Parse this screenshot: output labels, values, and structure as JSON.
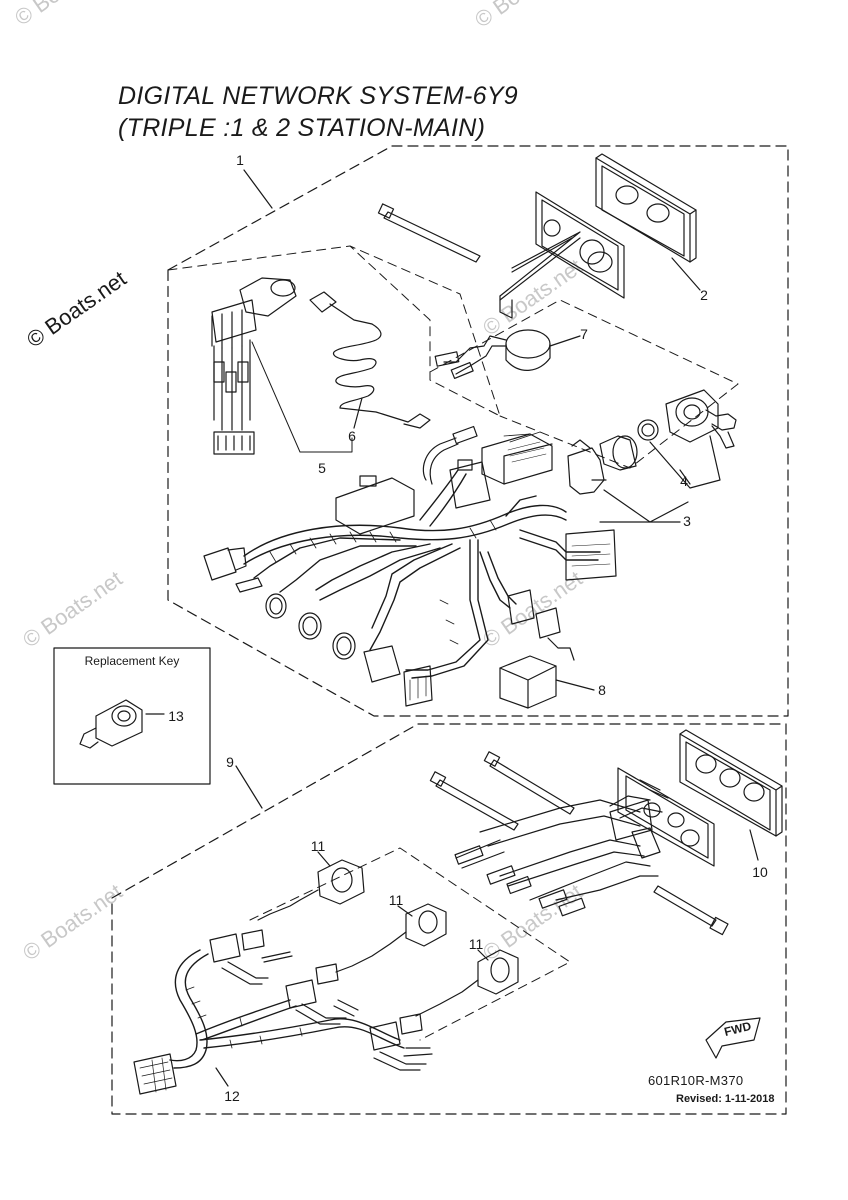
{
  "title": {
    "line1": "DIGITAL NETWORK SYSTEM-6Y9",
    "line2": "(TRIPLE :1 & 2 STATION-MAIN)"
  },
  "callouts": {
    "c1": "1",
    "c2": "2",
    "c3": "3",
    "c4": "4",
    "c5": "5",
    "c6": "6",
    "c7": "7",
    "c8": "8",
    "c9": "9",
    "c10": "10",
    "c11a": "11",
    "c11b": "11",
    "c11c": "11",
    "c12": "12",
    "c13": "13"
  },
  "replacement_key": {
    "label": "Replacement Key"
  },
  "fwd_label": "FWD",
  "footer": {
    "code": "601R10R-M370",
    "revised": "Revised: 1-11-2018"
  },
  "watermark": "© Boats.net",
  "colors": {
    "ink": "#1a1a1a",
    "watermark": "#c8c8c8",
    "paper": "#ffffff"
  }
}
